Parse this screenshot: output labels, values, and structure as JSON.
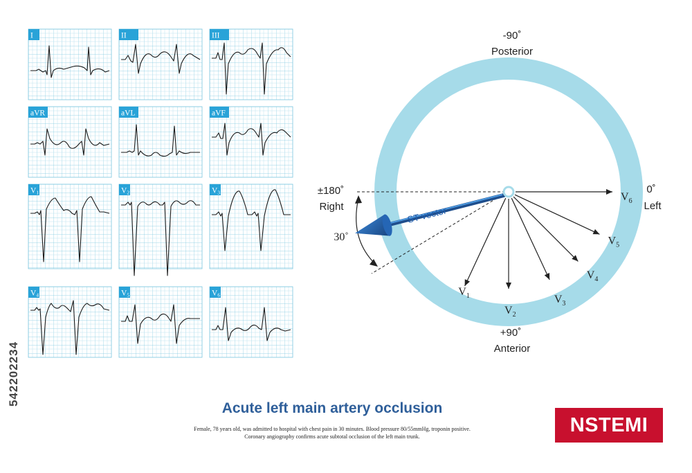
{
  "ecg": {
    "leads": [
      {
        "id": "I",
        "label": "I"
      },
      {
        "id": "II",
        "label": "II"
      },
      {
        "id": "III",
        "label": "III"
      },
      {
        "id": "aVR",
        "label": "aVR"
      },
      {
        "id": "aVL",
        "label": "aVL"
      },
      {
        "id": "aVF",
        "label": "aVF"
      },
      {
        "id": "V1",
        "label": "V",
        "sub": "1"
      },
      {
        "id": "V2",
        "label": "V",
        "sub": "2"
      },
      {
        "id": "V3",
        "label": "V",
        "sub": "3"
      },
      {
        "id": "V4",
        "label": "V",
        "sub": "4"
      },
      {
        "id": "V5",
        "label": "V",
        "sub": "5"
      },
      {
        "id": "V6",
        "label": "V",
        "sub": "6"
      }
    ],
    "colors": {
      "grid_minor": "#bfe3ef",
      "grid_major": "#7cc7e0",
      "label_bg": "#29a3d8",
      "trace": "#1a1a1a"
    }
  },
  "vector": {
    "top": {
      "angle": "-90˚",
      "name": "Posterior"
    },
    "right": {
      "angle": "0˚",
      "name": "Left"
    },
    "bottom": {
      "angle": "+90˚",
      "name": "Anterior"
    },
    "left": {
      "angle": "±180˚",
      "name": "Right"
    },
    "offset_angle": "30˚",
    "st_label": "ST vector",
    "leads": [
      {
        "label": "V",
        "sub": "1",
        "deg": 115
      },
      {
        "label": "V",
        "sub": "2",
        "deg": 90
      },
      {
        "label": "V",
        "sub": "3",
        "deg": 65
      },
      {
        "label": "V",
        "sub": "4",
        "deg": 45
      },
      {
        "label": "V",
        "sub": "5",
        "deg": 25
      },
      {
        "label": "V",
        "sub": "6",
        "deg": 0
      }
    ],
    "colors": {
      "ring": "#a6dbe9",
      "arrow": "#1f4e8c",
      "arrow_light": "#3a86d6",
      "text": "#222222"
    }
  },
  "title": "Acute left main artery occlusion",
  "description_line1": "Female, 78 years old, was admitted to hospital with chest pain in 30 minutes. Blood pressure 80/55mmHg, troponin positive.",
  "description_line2": "Coronary angiography confirms acute subtotal occlusion of the left main trunk.",
  "badge": "NSTEMI",
  "watermark": "542202234"
}
